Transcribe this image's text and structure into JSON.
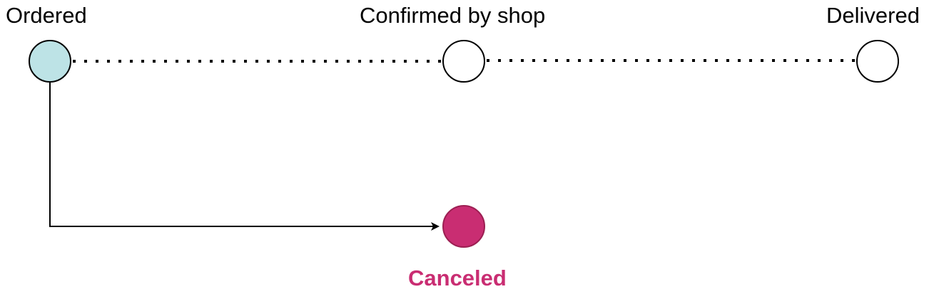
{
  "stages": [
    {
      "label": "Ordered",
      "status": "current"
    },
    {
      "label": "Confirmed by shop",
      "status": "pending"
    },
    {
      "label": "Delivered",
      "status": "pending"
    }
  ],
  "canceled": {
    "label": "Canceled"
  },
  "colors": {
    "current_fill": "#bde3e6",
    "pending_fill": "#ffffff",
    "canceled_fill": "#c92d72",
    "canceled_stroke": "#9c1f52",
    "canceled_text": "#c92d72",
    "stroke": "#000000"
  }
}
